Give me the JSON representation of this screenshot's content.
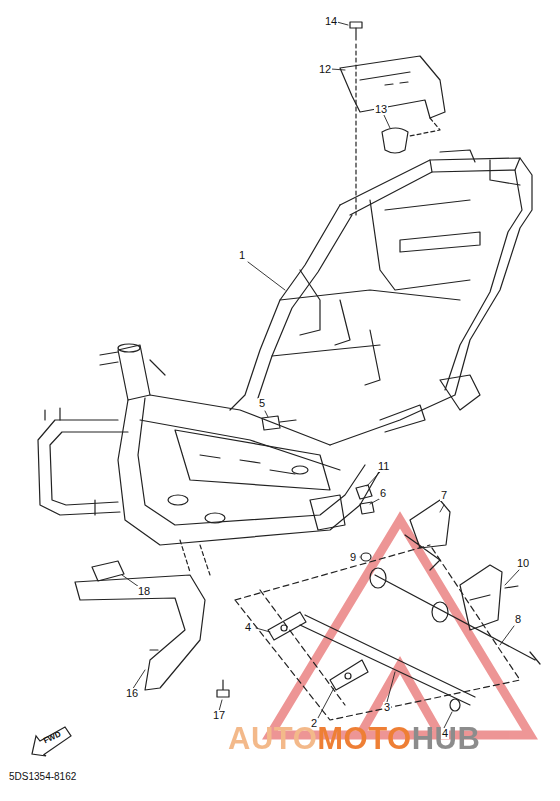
{
  "diagram": {
    "nodes": [
      {
        "text": [
          "FWD"
        ]
      }
    ],
    "labels": [
      "14",
      "12",
      "13",
      "1",
      "5",
      "11",
      "6",
      "7",
      "9",
      "10",
      "8",
      "4",
      "3",
      "2",
      "4",
      "18",
      "16",
      "17",
      "5DS1354-8162",
      "AUTOMOTOHUB"
    ]
  }
}
